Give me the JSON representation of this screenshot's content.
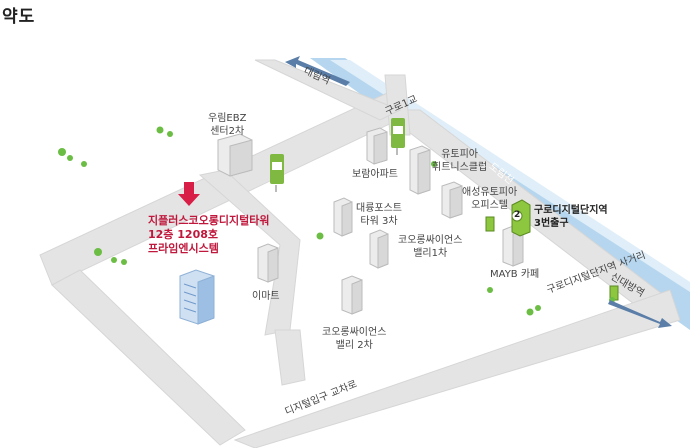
{
  "title": "약도",
  "target": {
    "line1": "지플러스코오롱디지털타워",
    "line2": "12층 1208호",
    "line3": "프라임엔시스템"
  },
  "labels": {
    "woorim1": "우림EBZ",
    "woorim2": "센터2차",
    "boram": "보람아파트",
    "utopia1": "유토피아",
    "utopia2": "휘트니스클럽",
    "aesung1": "애성유토피아",
    "aesung2": "오피스텔",
    "daeryung1": "대륭포스트",
    "daeryung2": "타워 3차",
    "kolon1_1": "코오롱싸이언스",
    "kolon1_2": "밸리1차",
    "emart": "이마트",
    "kolon2_1": "코오롱싸이언스",
    "kolon2_2": "밸리 2차",
    "mayb": "MAYB 카페",
    "station1": "구로디지털단지역",
    "station2": "3번출구",
    "exit_number": "2"
  },
  "roads": {
    "daerim": "대림역",
    "guro1": "구로1교",
    "dorimcheon": "도림천",
    "guro_digital_cross": "구로디지털단지역 사거리",
    "sindaebang": "신대방역",
    "digital_entrance": "디지털입구 교차로"
  },
  "colors": {
    "road": "#e4e4e4",
    "river": "#b5d6ee",
    "target_text": "#c0183c",
    "arrow": "#d81e46",
    "station": "#8dc63f",
    "bus_sign": "#7fb942",
    "tree": "#6bbd44"
  }
}
